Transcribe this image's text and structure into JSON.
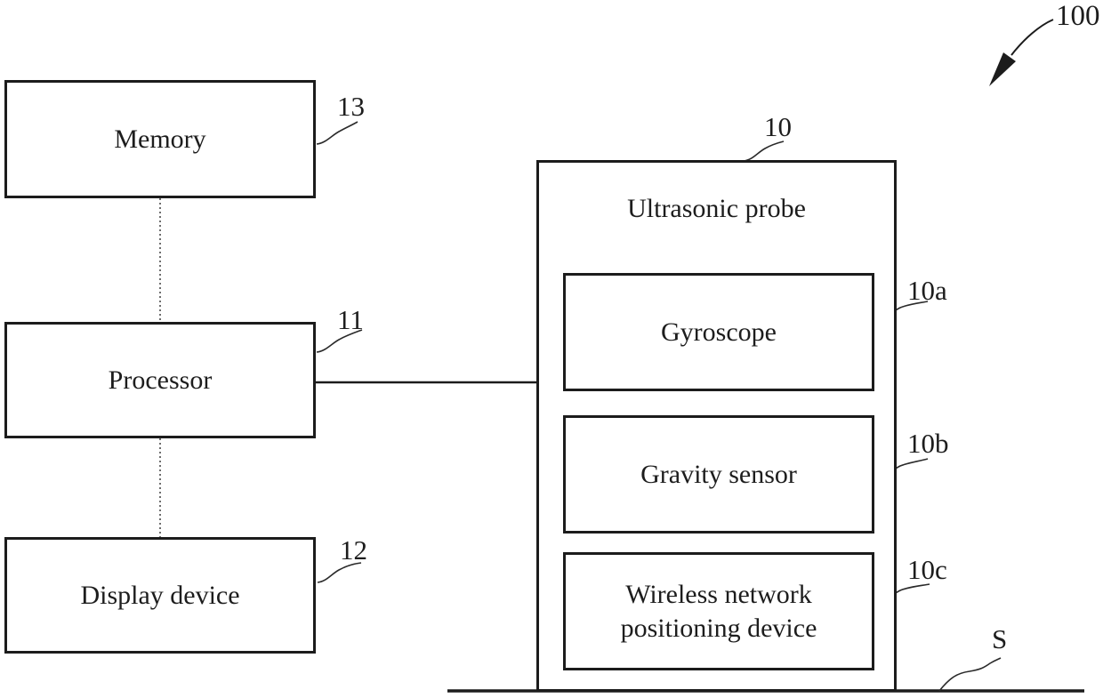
{
  "diagram": {
    "figure_ref": "100",
    "surface_ref": "S",
    "left_blocks": [
      {
        "label": "Memory",
        "ref": "13"
      },
      {
        "label": "Processor",
        "ref": "11"
      },
      {
        "label": "Display device",
        "ref": "12"
      }
    ],
    "probe": {
      "label": "Ultrasonic probe",
      "ref": "10",
      "children": [
        {
          "label": "Gyroscope",
          "ref": "10a"
        },
        {
          "label": "Gravity sensor",
          "ref": "10b"
        },
        {
          "label": "Wireless network positioning device",
          "ref": "10c"
        }
      ]
    }
  }
}
